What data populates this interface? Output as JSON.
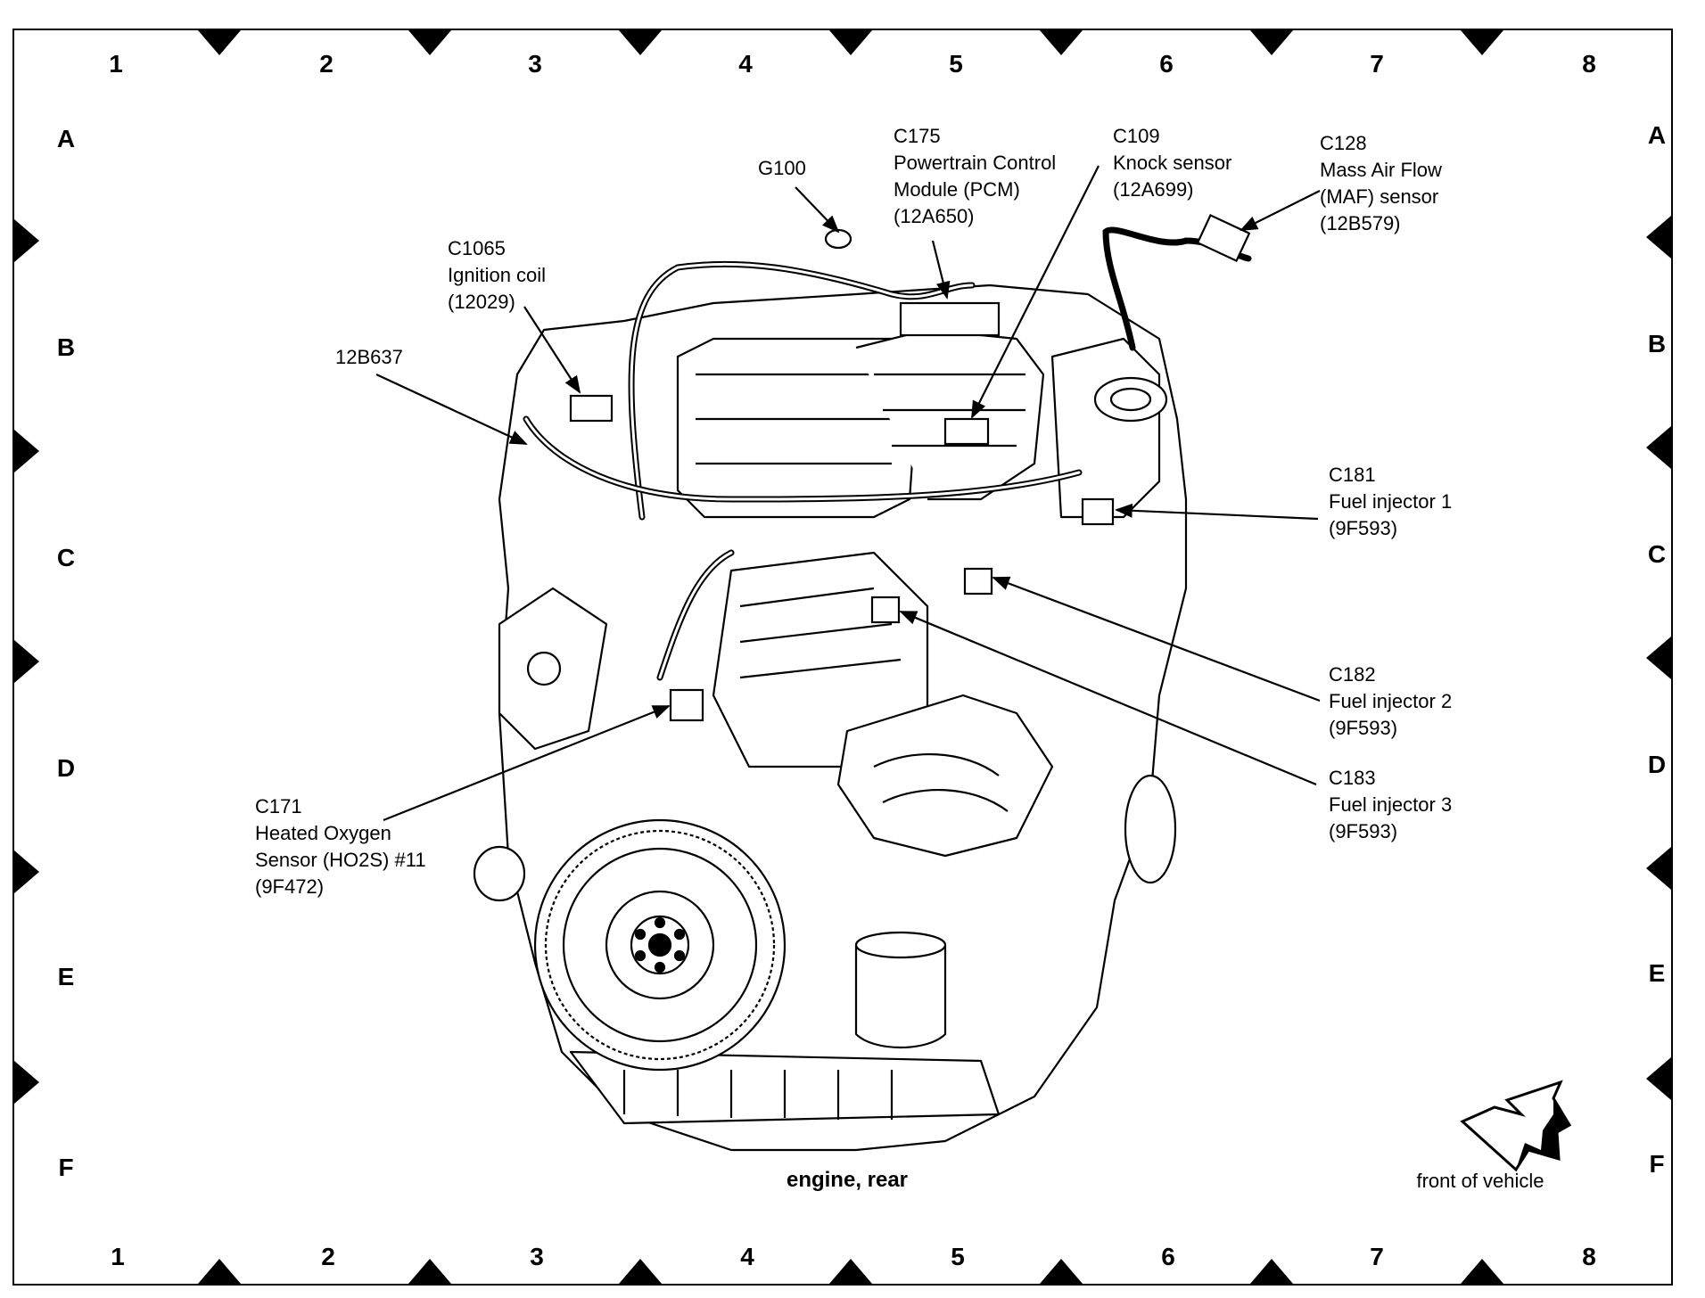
{
  "grid": {
    "columns": [
      "1",
      "2",
      "3",
      "4",
      "5",
      "6",
      "7",
      "8"
    ],
    "rows": [
      "A",
      "B",
      "C",
      "D",
      "E",
      "F"
    ]
  },
  "callouts": {
    "g100": [
      "G100"
    ],
    "c175": [
      "C175",
      "Powertrain Control",
      "Module (PCM)",
      "(12A650)"
    ],
    "c109": [
      "C109",
      "Knock sensor",
      "(12A699)"
    ],
    "c128": [
      "C128",
      "Mass Air Flow",
      "(MAF) sensor",
      "(12B579)"
    ],
    "c1065": [
      "C1065",
      "Ignition coil",
      "(12029)"
    ],
    "b637": [
      "12B637"
    ],
    "c181": [
      "C181",
      "Fuel injector 1",
      "(9F593)"
    ],
    "c182": [
      "C182",
      "Fuel injector 2",
      "(9F593)"
    ],
    "c183": [
      "C183",
      "Fuel injector 3",
      "(9F593)"
    ],
    "c171": [
      "C171",
      "Heated Oxygen",
      "Sensor (HO2S) #11",
      "(9F472)"
    ]
  },
  "title": "engine, rear",
  "front_of_vehicle": "front of vehicle",
  "colors": {
    "ink": "#000000",
    "paper": "#ffffff"
  }
}
